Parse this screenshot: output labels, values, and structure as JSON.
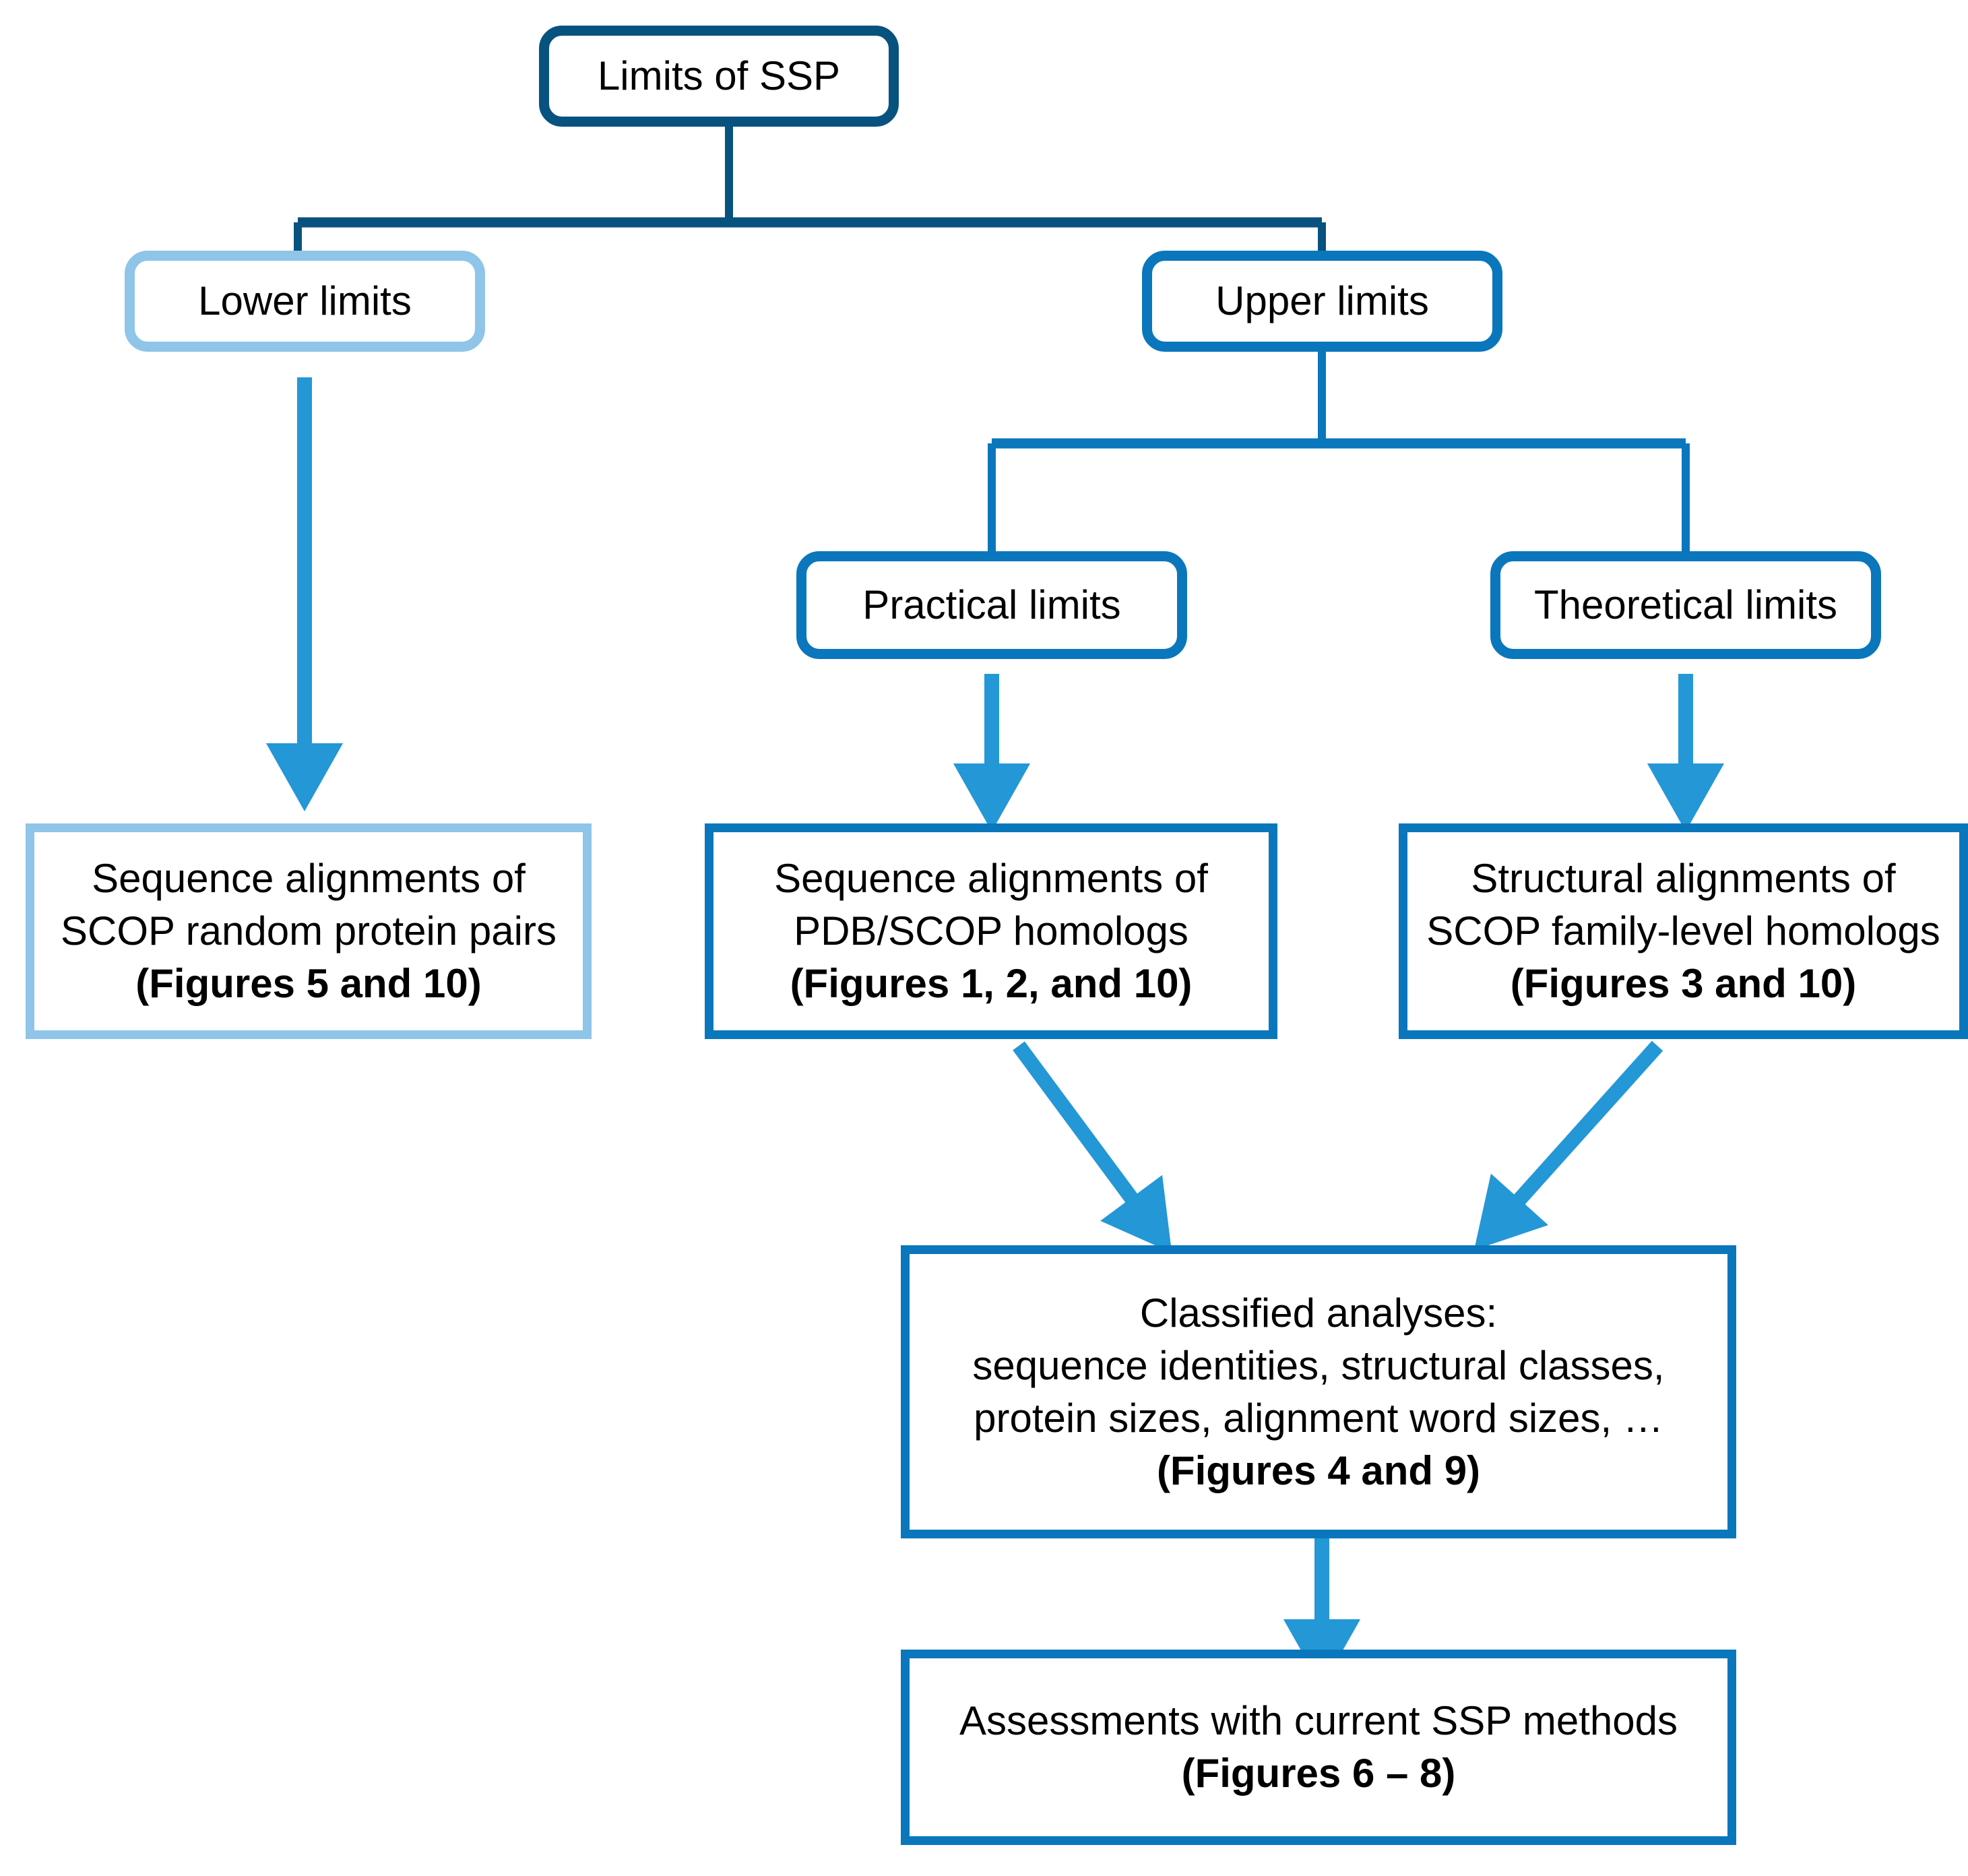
{
  "diagram": {
    "title": "Limits of SSP flowchart",
    "colors": {
      "navy": "#08527F",
      "blue": "#0A77BC",
      "light_blue": "#8FC5E8",
      "arrow_blue": "#2497D6",
      "text": "#000000",
      "background": "#FFFFFF"
    },
    "nodes": {
      "root": {
        "label": "Limits of SSP",
        "border_color": "#08527F",
        "shape": "rounded"
      },
      "lower_limits": {
        "label": "Lower limits",
        "border_color": "#8FC5E8",
        "shape": "rounded"
      },
      "upper_limits": {
        "label": "Upper limits",
        "border_color": "#0A77BC",
        "shape": "rounded"
      },
      "practical_limits": {
        "label": "Practical limits",
        "border_color": "#0A77BC",
        "shape": "rounded"
      },
      "theoretical_limits": {
        "label": "Theoretical limits",
        "border_color": "#0A77BC",
        "shape": "rounded"
      },
      "random_pairs": {
        "line1": "Sequence alignments of",
        "line2": "SCOP random protein pairs",
        "figures": "(Figures 5 and 10)",
        "border_color": "#8FC5E8",
        "shape": "square"
      },
      "pdb_scop_homologs": {
        "line1": "Sequence alignments of",
        "line2": "PDB/SCOP homologs",
        "figures": "(Figures 1, 2, and 10)",
        "border_color": "#0A77BC",
        "shape": "square"
      },
      "family_level_homologs": {
        "line1": "Structural alignments of",
        "line2": "SCOP family-level homologs",
        "figures": "(Figures 3 and 10)",
        "border_color": "#0A77BC",
        "shape": "square"
      },
      "classified_analyses": {
        "line1": "Classified analyses:",
        "line2": "sequence identities, structural classes,",
        "line3": "protein sizes, alignment word sizes, …",
        "figures": "(Figures 4 and 9)",
        "border_color": "#0A77BC",
        "shape": "square"
      },
      "assessments": {
        "line1": "Assessments with current SSP methods",
        "figures": "(Figures 6 – 8)",
        "border_color": "#0A77BC",
        "shape": "square"
      }
    },
    "connectors": [
      {
        "from": "root",
        "to": "lower_limits",
        "style": "elbow",
        "color": "#08527F"
      },
      {
        "from": "root",
        "to": "upper_limits",
        "style": "elbow",
        "color": "#08527F"
      },
      {
        "from": "upper_limits",
        "to": "practical_limits",
        "style": "elbow",
        "color": "#0A77BC"
      },
      {
        "from": "upper_limits",
        "to": "theoretical_limits",
        "style": "elbow",
        "color": "#0A77BC"
      },
      {
        "from": "lower_limits",
        "to": "random_pairs",
        "style": "arrow-down",
        "color": "#2497D6"
      },
      {
        "from": "practical_limits",
        "to": "pdb_scop_homologs",
        "style": "arrow-down",
        "color": "#2497D6"
      },
      {
        "from": "theoretical_limits",
        "to": "family_level_homologs",
        "style": "arrow-down",
        "color": "#2497D6"
      },
      {
        "from": "pdb_scop_homologs",
        "to": "classified_analyses",
        "style": "arrow-diagonal",
        "color": "#2497D6"
      },
      {
        "from": "family_level_homologs",
        "to": "classified_analyses",
        "style": "arrow-diagonal",
        "color": "#2497D6"
      },
      {
        "from": "classified_analyses",
        "to": "assessments",
        "style": "arrow-down",
        "color": "#2497D6"
      }
    ]
  }
}
